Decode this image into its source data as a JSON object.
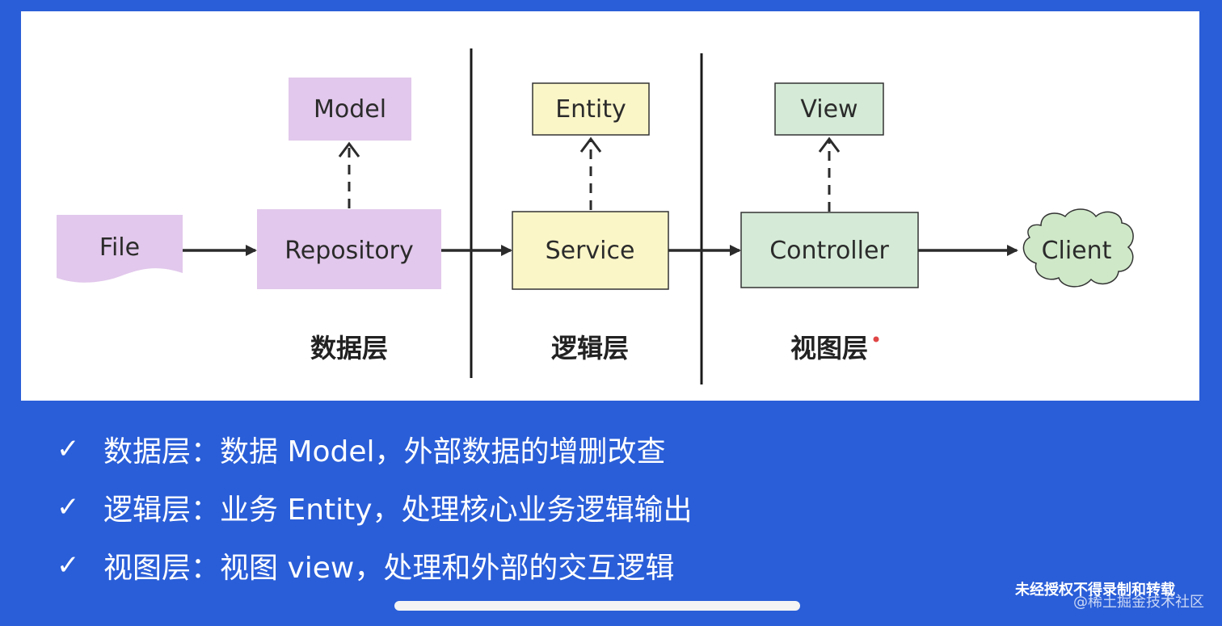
{
  "diagram": {
    "nodes": {
      "model": "Model",
      "entity": "Entity",
      "view": "View",
      "file": "File",
      "repository": "Repository",
      "service": "Service",
      "controller": "Controller",
      "client": "Client"
    },
    "layers": {
      "data": "数据层",
      "logic": "逻辑层",
      "view": "视图层"
    },
    "colors": {
      "purple": "#e2c8ec",
      "yellow": "#fbf6c8",
      "green": "#d5ebd7",
      "cloud": "#cfe8c8",
      "background": "#2a5ed8"
    }
  },
  "bullets": [
    {
      "check": "✓",
      "text": "数据层：数据 Model，外部数据的增删改查"
    },
    {
      "check": "✓",
      "text": "逻辑层：业务 Entity，处理核心业务逻辑输出"
    },
    {
      "check": "✓",
      "text": "视图层：视图 view，处理和外部的交互逻辑"
    }
  ],
  "watermark": {
    "line1": "未经授权不得录制和转载",
    "line2": "@稀土掘金技术社区"
  }
}
